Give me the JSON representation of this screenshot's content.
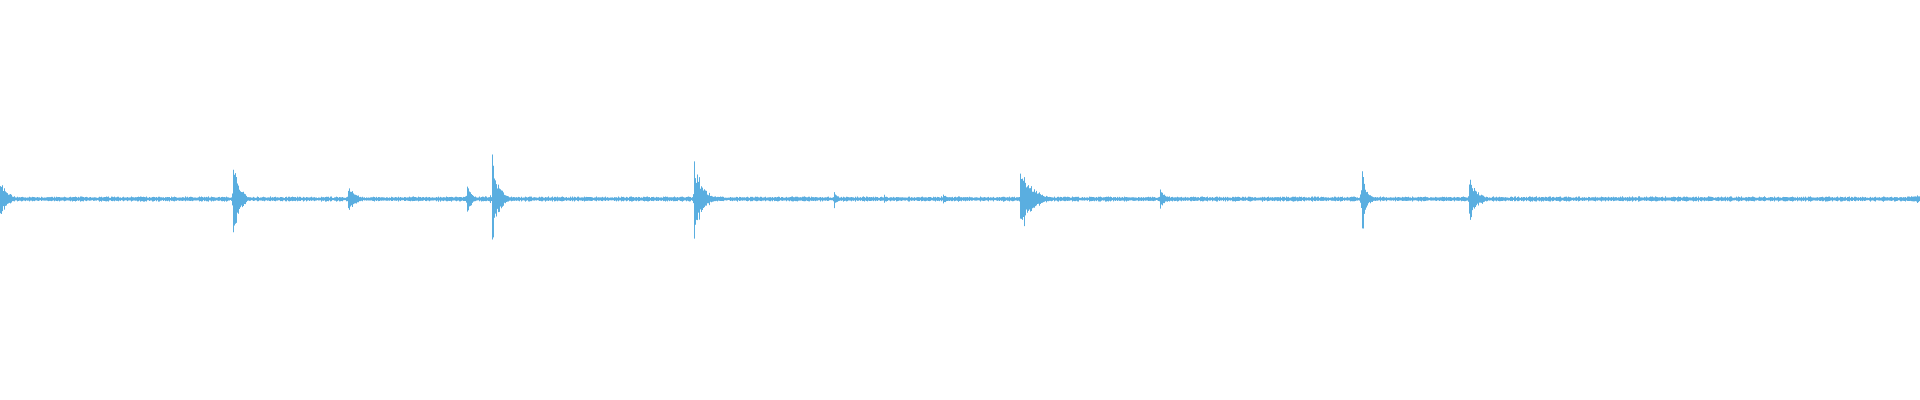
{
  "waveform": {
    "color": "#5aaee0",
    "background": "#ffffff",
    "baseline_amplitude": 0.012,
    "peaks": [
      {
        "t": 0.0,
        "amp": 0.09,
        "decay": 0.004
      },
      {
        "t": 0.055,
        "amp": 0.015,
        "decay": 0.002
      },
      {
        "t": 0.121,
        "amp": 0.22,
        "decay": 0.003
      },
      {
        "t": 0.181,
        "amp": 0.07,
        "decay": 0.004
      },
      {
        "t": 0.243,
        "amp": 0.1,
        "decay": 0.002
      },
      {
        "t": 0.256,
        "amp": 0.25,
        "decay": 0.003
      },
      {
        "t": 0.361,
        "amp": 0.22,
        "decay": 0.004
      },
      {
        "t": 0.434,
        "amp": 0.05,
        "decay": 0.002
      },
      {
        "t": 0.46,
        "amp": 0.03,
        "decay": 0.002
      },
      {
        "t": 0.491,
        "amp": 0.03,
        "decay": 0.002
      },
      {
        "t": 0.531,
        "amp": 0.18,
        "decay": 0.006
      },
      {
        "t": 0.604,
        "amp": 0.05,
        "decay": 0.003
      },
      {
        "t": 0.673,
        "amp": 0.02,
        "decay": 0.002
      },
      {
        "t": 0.709,
        "amp": 0.22,
        "decay": 0.002
      },
      {
        "t": 0.765,
        "amp": 0.12,
        "decay": 0.004
      },
      {
        "t": 0.853,
        "amp": 0.02,
        "decay": 0.003
      },
      {
        "t": 0.998,
        "amp": 0.03,
        "decay": 0.004
      }
    ]
  }
}
